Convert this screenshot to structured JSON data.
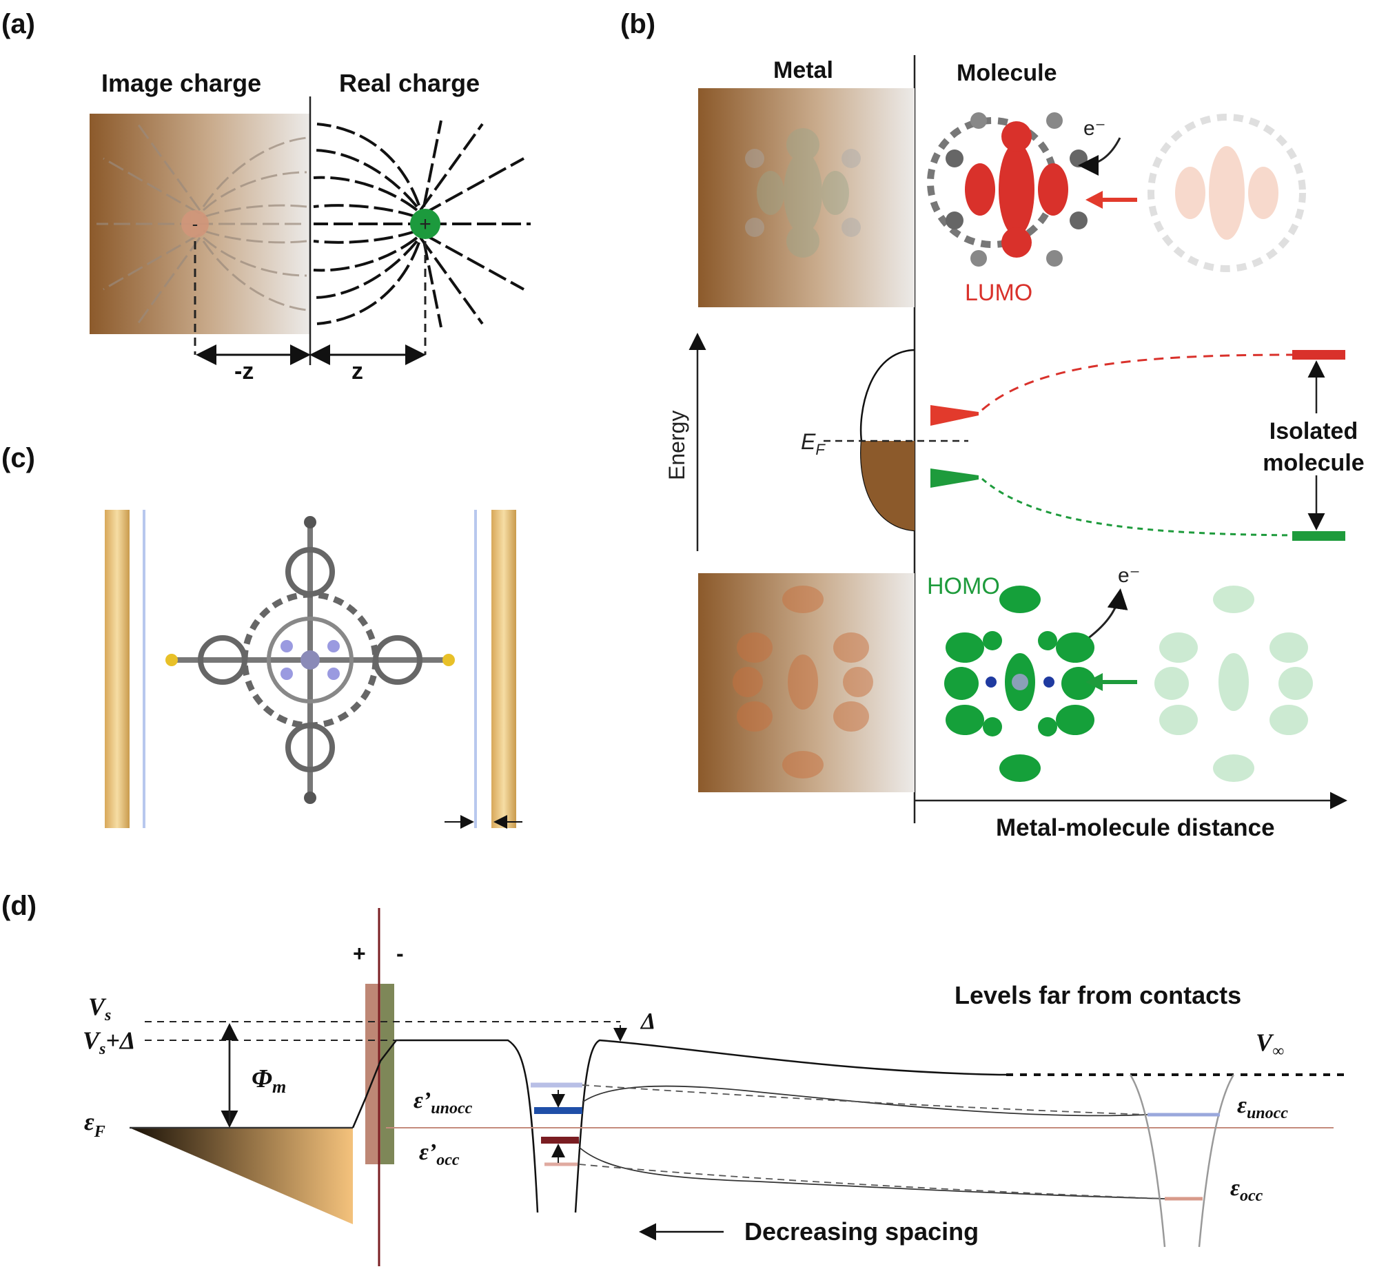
{
  "panels": {
    "a": {
      "label": "(a)",
      "image_charge": "Image charge",
      "real_charge": "Real charge",
      "minus_sign": "-",
      "plus_sign": "+",
      "dist_left": "-z",
      "dist_right": "z"
    },
    "b": {
      "label": "(b)",
      "metal": "Metal",
      "molecule": "Molecule",
      "electron_top": "e⁻",
      "lumo": "LUMO",
      "energy": "Energy",
      "ef_main": "E",
      "ef_sub": "F",
      "isolated_1": "Isolated",
      "isolated_2": "molecule",
      "homo": "HOMO",
      "electron_bottom": "e⁻",
      "distance_axis": "Metal-molecule distance"
    },
    "c": {
      "label": "(c)"
    },
    "d": {
      "label": "(d)",
      "plus": "+",
      "minus": "-",
      "vs": "V",
      "vs_sub": "s",
      "vs_delta_main": "V",
      "vs_delta_sub": "s",
      "vs_delta_tail": "+Δ",
      "phi_main": "Φ",
      "phi_sub": "m",
      "eps_f_main": "ε",
      "eps_f_sub": "F",
      "eps_unocc_p_main": "ε’",
      "eps_unocc_p_sub": "unocc",
      "eps_occ_p_main": "ε’",
      "eps_occ_p_sub": "occ",
      "delta": "Δ",
      "levels_far": "Levels far from contacts",
      "v_inf": "V",
      "v_inf_sub": "∞",
      "eps_unocc_main": "ε",
      "eps_unocc_sub": "unocc",
      "eps_occ_main": "ε",
      "eps_occ_sub": "occ",
      "decreasing": "Decreasing spacing"
    }
  },
  "colors": {
    "metal_dark": "#8c5a2b",
    "lumo_red": "#d9312b",
    "homo_green": "#1e9b3c",
    "gold": "#e8c27a",
    "occ_blue": "#1f4fa8",
    "occ_maroon": "#7a1d22"
  }
}
